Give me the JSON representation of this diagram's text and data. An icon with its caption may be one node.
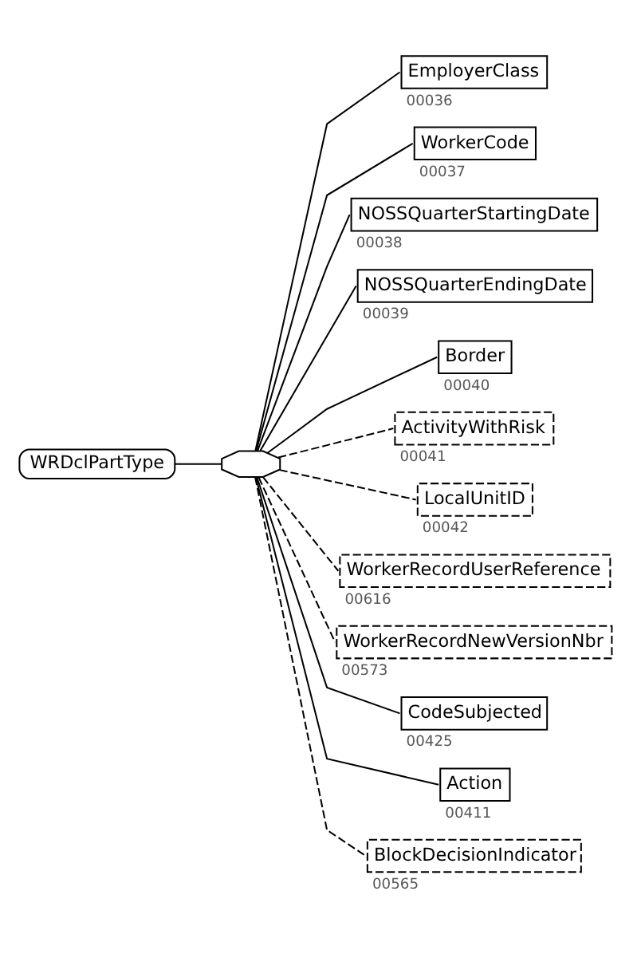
{
  "diagram": {
    "nodes": [
      {
        "text": [
          "WRDclPartType"
        ]
      },
      {
        "text": [],
        "shape": "octagon"
      },
      {
        "text": [
          "EmployerClass"
        ],
        "beside": [
          "00036"
        ]
      },
      {
        "text": [
          "WorkerCode"
        ],
        "beside": [
          "00037"
        ]
      },
      {
        "text": [
          "NOSSQuarterStartingDate"
        ],
        "beside": [
          "00038"
        ]
      },
      {
        "text": [
          "NOSSQuarterEndingDate"
        ],
        "beside": [
          "00039"
        ]
      },
      {
        "text": [
          "Border"
        ],
        "beside": [
          "00040"
        ]
      },
      {
        "text": [
          "ActivityWithRisk"
        ],
        "beside": [
          "00041"
        ]
      },
      {
        "text": [
          "LocalUnitID"
        ],
        "beside": [
          "00042"
        ]
      },
      {
        "text": [
          "WorkerRecordUserReference"
        ],
        "beside": [
          "00616"
        ]
      },
      {
        "text": [
          "WorkerRecordNewVersionNbr"
        ],
        "beside": [
          "00573"
        ]
      },
      {
        "text": [
          "CodeSubjected"
        ],
        "beside": [
          "00425"
        ]
      },
      {
        "text": [
          "Action"
        ],
        "beside": [
          "00411"
        ]
      },
      {
        "text": [
          "BlockDecisionIndicator"
        ],
        "beside": [
          "00565"
        ]
      }
    ],
    "edges": [
      {
        "from": 0,
        "to": 1,
        "arrow": "none"
      },
      {
        "from": 1,
        "to": 2,
        "arrow": "none"
      },
      {
        "from": 1,
        "to": 3,
        "arrow": "none"
      },
      {
        "from": 1,
        "to": 4,
        "arrow": "none"
      },
      {
        "from": 1,
        "to": 5,
        "arrow": "none"
      },
      {
        "from": 1,
        "to": 6,
        "arrow": "none"
      },
      {
        "from": 1,
        "to": 7,
        "arrow": "none",
        "style": "dashed"
      },
      {
        "from": 1,
        "to": 8,
        "arrow": "none",
        "style": "dashed"
      },
      {
        "from": 1,
        "to": 9,
        "arrow": "none",
        "style": "dashed"
      },
      {
        "from": 1,
        "to": 10,
        "arrow": "none",
        "style": "dashed"
      },
      {
        "from": 1,
        "to": 11,
        "arrow": "none"
      },
      {
        "from": 1,
        "to": 12,
        "arrow": "none"
      },
      {
        "from": 1,
        "to": 13,
        "arrow": "none",
        "style": "dashed"
      }
    ]
  }
}
